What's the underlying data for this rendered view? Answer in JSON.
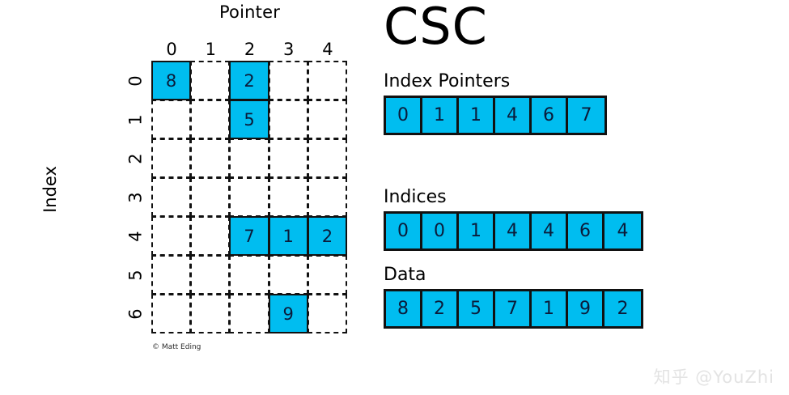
{
  "title": "CSC",
  "credit": "© Matt Eding",
  "watermark": "知乎 @YouZhi",
  "colors": {
    "cell_fill": "#00bdf0",
    "outline": "#111111",
    "value_text": "#0b1b3a",
    "watermark": "#e3e3e3"
  },
  "matrix": {
    "x_axis_title": "Pointer",
    "y_axis_title": "Index",
    "column_labels": [
      "0",
      "1",
      "2",
      "3",
      "4"
    ],
    "row_labels": [
      "0",
      "1",
      "2",
      "3",
      "4",
      "5",
      "6"
    ],
    "rows": 7,
    "cols": 5,
    "cells": [
      [
        "8",
        "",
        "2",
        "",
        ""
      ],
      [
        "",
        "",
        "5",
        "",
        ""
      ],
      [
        "",
        "",
        "",
        "",
        ""
      ],
      [
        "",
        "",
        "",
        "",
        ""
      ],
      [
        "",
        "",
        "7",
        "1",
        "2"
      ],
      [
        "",
        "",
        "",
        "",
        ""
      ],
      [
        "",
        "",
        "",
        "9",
        ""
      ]
    ]
  },
  "arrays": [
    {
      "name": "index-pointers",
      "label": "Index Pointers",
      "values": [
        "0",
        "1",
        "1",
        "4",
        "6",
        "7"
      ]
    },
    {
      "name": "indices",
      "label": "Indices",
      "values": [
        "0",
        "0",
        "1",
        "4",
        "4",
        "6",
        "4"
      ]
    },
    {
      "name": "data",
      "label": "Data",
      "values": [
        "8",
        "2",
        "5",
        "7",
        "1",
        "9",
        "2"
      ]
    }
  ]
}
